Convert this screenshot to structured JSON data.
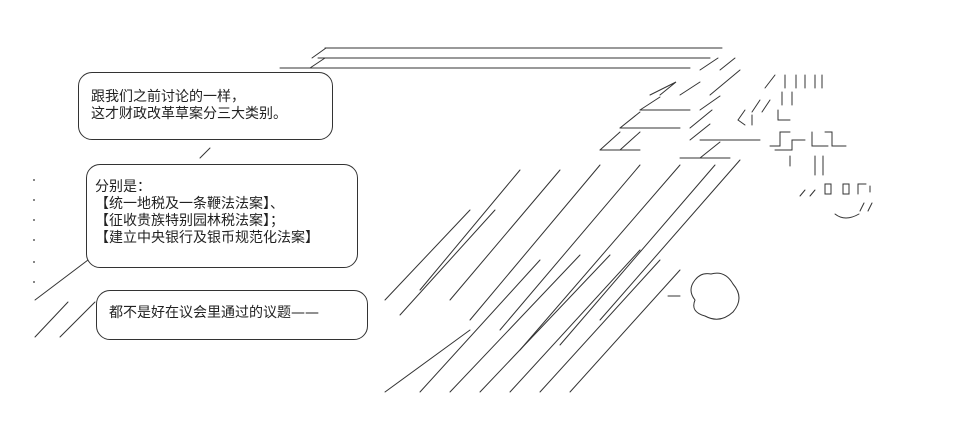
{
  "bubbles": [
    {
      "lines": [
        "跟我们之前讨论的一样，",
        "这才财政改革草案分三大类别。"
      ]
    },
    {
      "lines": [
        "分别是：",
        "【统一地税及一条鞭法法案】、",
        "【征收贵族特别园林税法案】；",
        "【建立中央银行及银币规范化法案】"
      ]
    },
    {
      "lines": [
        "都不是好在议会里通过的议题——"
      ]
    }
  ]
}
